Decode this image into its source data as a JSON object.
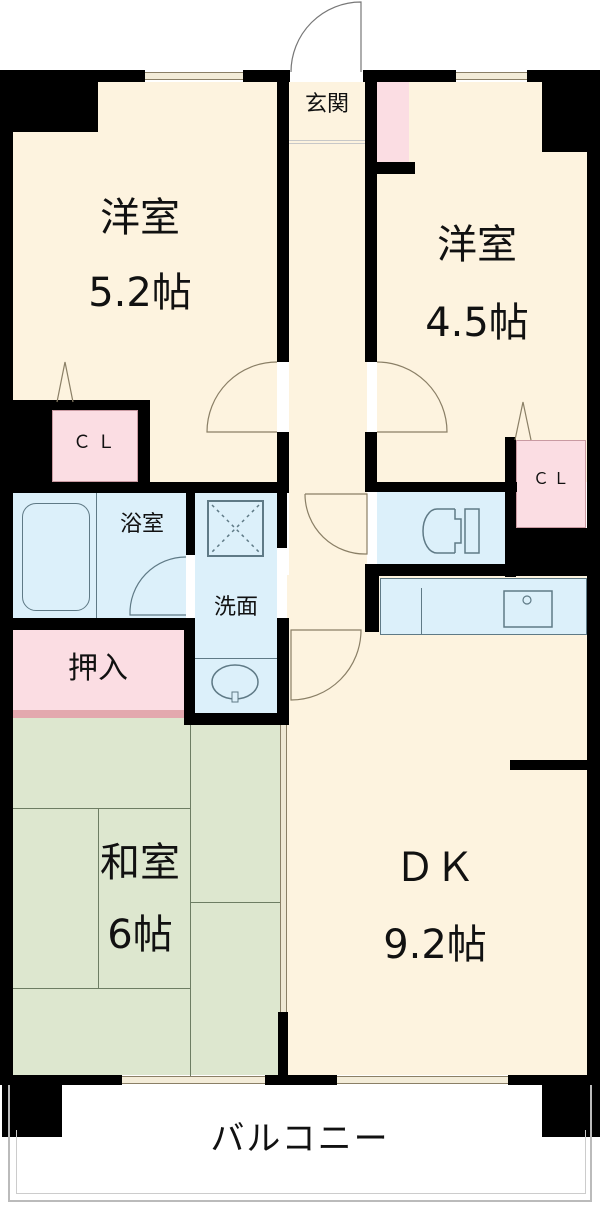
{
  "floor_plan": {
    "colors": {
      "wall": "#000000",
      "living_floor": "#fdf3df",
      "wet_area": "#dcf0fa",
      "storage": "#fbdde3",
      "tatami": "#dde7cf",
      "balcony": "#ffffff"
    },
    "rooms": {
      "western_room_1": {
        "name": "洋室",
        "size": "5.2帖"
      },
      "western_room_2": {
        "name": "洋室",
        "size": "4.5帖"
      },
      "entrance": {
        "name": "玄関"
      },
      "closet_1": {
        "name": "ＣＬ"
      },
      "closet_2": {
        "name": "ＣＬ"
      },
      "bathroom": {
        "name": "浴室"
      },
      "washroom": {
        "name": "洗面"
      },
      "oshiire": {
        "name": "押入"
      },
      "japanese_room": {
        "name": "和室",
        "size": "6帖"
      },
      "dk": {
        "name": "ＤＫ",
        "size": "9.2帖"
      },
      "balcony": {
        "name": "バルコニー"
      }
    },
    "fixtures": [
      "bathtub",
      "washing-machine-pan",
      "washbasin",
      "toilet",
      "kitchen-counter",
      "kitchen-sink"
    ]
  }
}
